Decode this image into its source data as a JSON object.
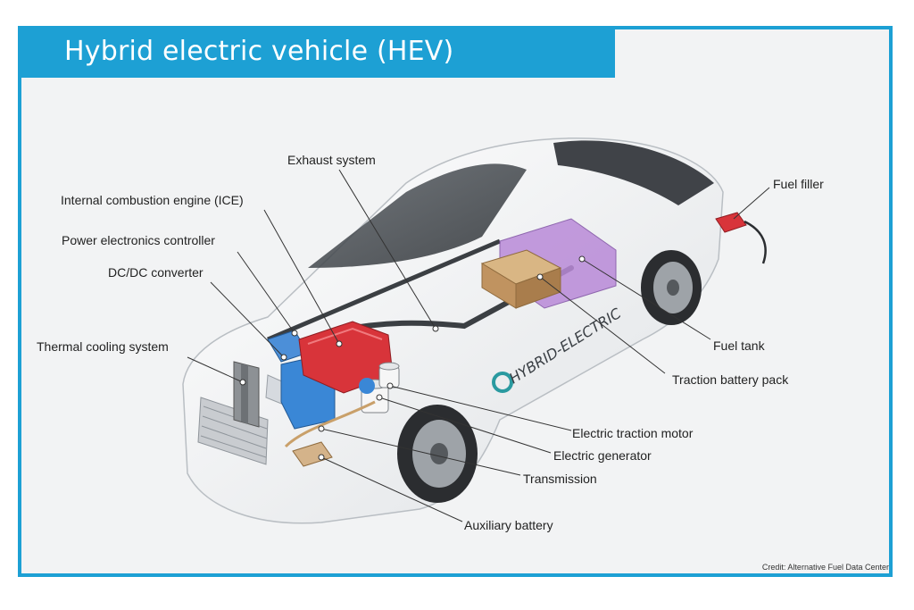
{
  "title": "Hybrid electric vehicle (HEV)",
  "car_badge_text": "HYBRID-ELECTRIC",
  "labels": {
    "exhaust_system": "Exhaust system",
    "ice": "Internal combustion engine (ICE)",
    "power_electronics_controller": "Power electronics controller",
    "dcdc_converter": "DC/DC converter",
    "thermal_cooling_system": "Thermal cooling system",
    "fuel_filler": "Fuel filler",
    "fuel_tank": "Fuel tank",
    "traction_battery_pack": "Traction battery pack",
    "electric_traction_motor": "Electric traction motor",
    "electric_generator": "Electric generator",
    "transmission": "Transmission",
    "auxiliary_battery": "Auxiliary battery"
  },
  "credit": "Credit: Alternative Fuel Data Center",
  "colors": {
    "accent_blue": "#1da0d4",
    "engine_red": "#d8343a",
    "converter_blue": "#3a87d6",
    "fuel_tank_purple": "#b98ad8",
    "battery_tan": "#c9a06a"
  }
}
